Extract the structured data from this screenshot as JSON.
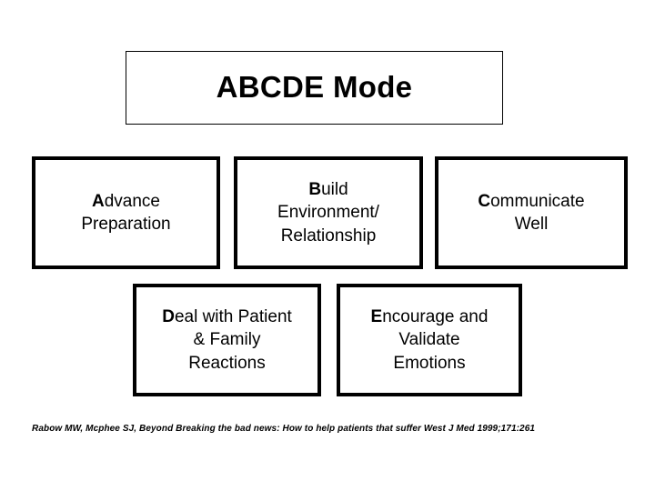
{
  "slide": {
    "background_color": "#ffffff",
    "text_color": "#000000",
    "title": "ABCDE Mode"
  },
  "steps": [
    {
      "id": "advance-preparation",
      "lead_letter": "A",
      "rest": "dvance\nPreparation",
      "full_label": "Advance Preparation",
      "row": 1,
      "column": 1
    },
    {
      "id": "build-environment-relationship",
      "lead_letter": "B",
      "rest": "uild\nEnvironment/\nRelationship",
      "full_label": "Build Environment/ Relationship",
      "row": 1,
      "column": 2
    },
    {
      "id": "communicate-well",
      "lead_letter": "C",
      "rest": "ommunicate\nWell",
      "full_label": "Communicate Well",
      "row": 1,
      "column": 3
    },
    {
      "id": "deal-with-patient-family-reactions",
      "lead_letter": "D",
      "rest": "eal with Patient\n& Family\nReactions",
      "full_label": "Deal with Patient & Family Reactions",
      "row": 2,
      "column": 1
    },
    {
      "id": "encourage-validate-emotions",
      "lead_letter": "E",
      "rest": "ncourage and\nValidate\nEmotions",
      "full_label": "Encourage and Validate Emotions",
      "row": 2,
      "column": 2
    }
  ],
  "citation": {
    "text": "Rabow MW, Mcphee SJ, Beyond Breaking the bad news: How to help patients that suffer  West J Med 1999;171:261"
  }
}
